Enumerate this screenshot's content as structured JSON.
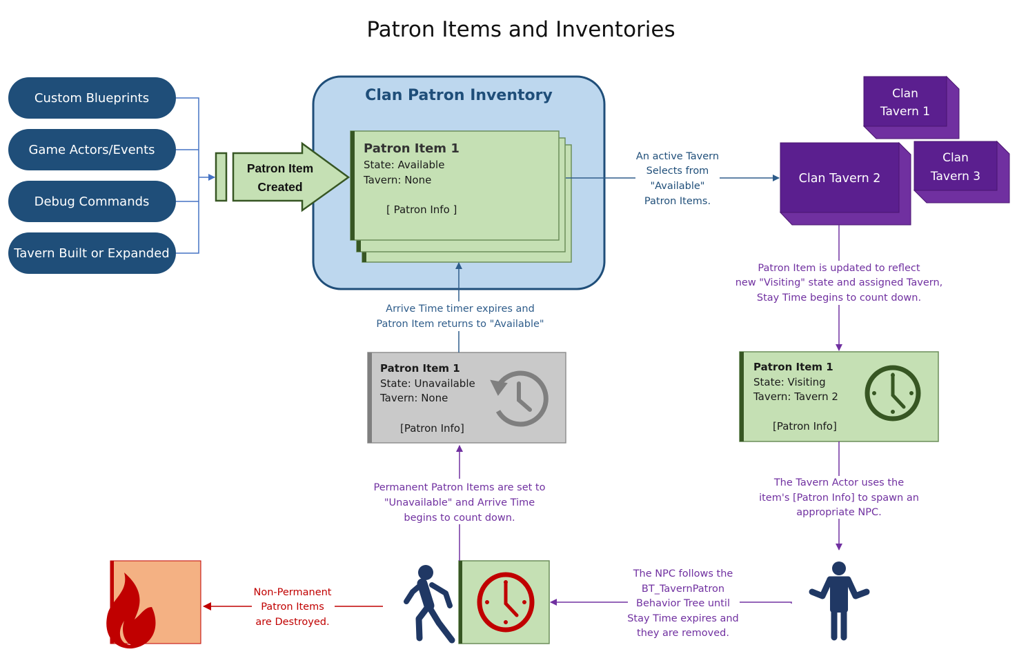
{
  "title": "Patron Items and Inventories",
  "sources": [
    {
      "label": "Custom Blueprints"
    },
    {
      "label": "Game Actors/Events"
    },
    {
      "label": "Debug Commands"
    },
    {
      "label": "Tavern Built or Expanded"
    }
  ],
  "created_arrow": {
    "line1": "Patron Item",
    "line2": "Created"
  },
  "inventory": {
    "title": "Clan Patron Inventory",
    "card": {
      "name": "Patron Item 1",
      "state": "State: Available",
      "tavern": "Tavern: None",
      "info": "[ Patron Info ]"
    }
  },
  "select_note": [
    "An active Tavern",
    "Selects from",
    "\"Available\"",
    "Patron Items."
  ],
  "taverns": [
    {
      "line1": "Clan",
      "line2": "Tavern 1"
    },
    {
      "line1": "Clan Tavern 2"
    },
    {
      "line1": "Clan",
      "line2": "Tavern 3"
    }
  ],
  "visiting_note": [
    "Patron Item is updated to reflect",
    "new \"Visiting\" state and assigned Tavern,",
    "Stay Time begins to count down."
  ],
  "visiting_card": {
    "name": "Patron Item 1",
    "state": "State: Visiting",
    "tavern": "Tavern: Tavern 2",
    "info": "[Patron Info]"
  },
  "spawn_note": [
    "The Tavern Actor uses the",
    "item's [Patron Info] to spawn an",
    "appropriate NPC."
  ],
  "npc_note": [
    "The NPC follows the",
    "BT_TavernPatron",
    "Behavior Tree until",
    "Stay Time expires and",
    "they are removed."
  ],
  "unavailable_note": [
    "Permanent Patron Items are set to",
    "\"Unavailable\" and Arrive Time",
    "begins to count down."
  ],
  "unavailable_card": {
    "name": "Patron Item 1",
    "state": "State: Unavailable",
    "tavern": "Tavern: None",
    "info": "[Patron Info]"
  },
  "return_note": [
    "Arrive Time timer expires and",
    "Patron Item returns to \"Available\""
  ],
  "destroy_note": [
    "Non-Permanent",
    "Patron Items",
    "are Destroyed."
  ],
  "colors": {
    "navy": "#1f4e79",
    "blue_line": "#4472c4",
    "inventory_fill": "#bdd7ee",
    "green_fill": "#c5e0b4",
    "green_dark": "#375623",
    "purple": "#5b1f8f",
    "purple_line": "#7030a0",
    "red": "#c00000",
    "orange_fill": "#f4b183",
    "gray_fill": "#c9c9c9",
    "gray_dark": "#7f7f7f",
    "person": "#203864"
  }
}
